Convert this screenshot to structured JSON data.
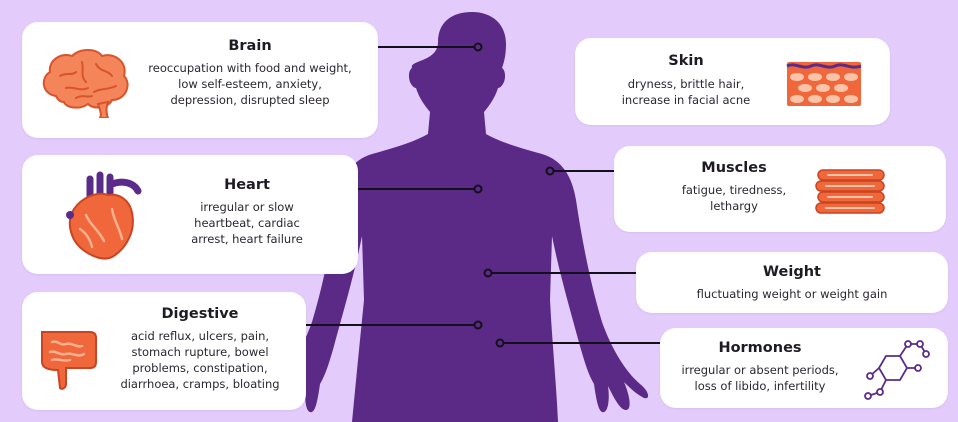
{
  "colors": {
    "background": "#e3ccfb",
    "silhouette": "#5a2a86",
    "card": "#ffffff",
    "connector": "#14101a",
    "icon_orange": "#f0673b",
    "icon_light": "#f9a07a",
    "icon_purple": "#5b2b8a"
  },
  "cards": {
    "brain": {
      "title": "Brain",
      "desc": "reoccupation with food and weight,\nlow self-esteem, anxiety,\ndepression, disrupted sleep",
      "icon": "brain-icon"
    },
    "heart": {
      "title": "Heart",
      "desc": "irregular or slow\nheartbeat, cardiac\narrest, heart failure",
      "icon": "heart-icon"
    },
    "digestive": {
      "title": "Digestive",
      "desc": "acid reflux, ulcers, pain,\nstomach rupture, bowel\nproblems, constipation,\ndiarrhoea, cramps, bloating",
      "icon": "intestine-icon"
    },
    "skin": {
      "title": "Skin",
      "desc": "dryness, brittle hair,\nincrease in facial acne",
      "icon": "skin-cells-icon"
    },
    "muscles": {
      "title": "Muscles",
      "desc": "fatigue, tiredness,\nlethargy",
      "icon": "muscle-fiber-icon"
    },
    "weight": {
      "title": "Weight",
      "desc": "fluctuating weight or weight gain"
    },
    "hormones": {
      "title": "Hormones",
      "desc": "irregular or absent periods,\nloss of libido, infertility",
      "icon": "hormone-molecule-icon"
    }
  }
}
